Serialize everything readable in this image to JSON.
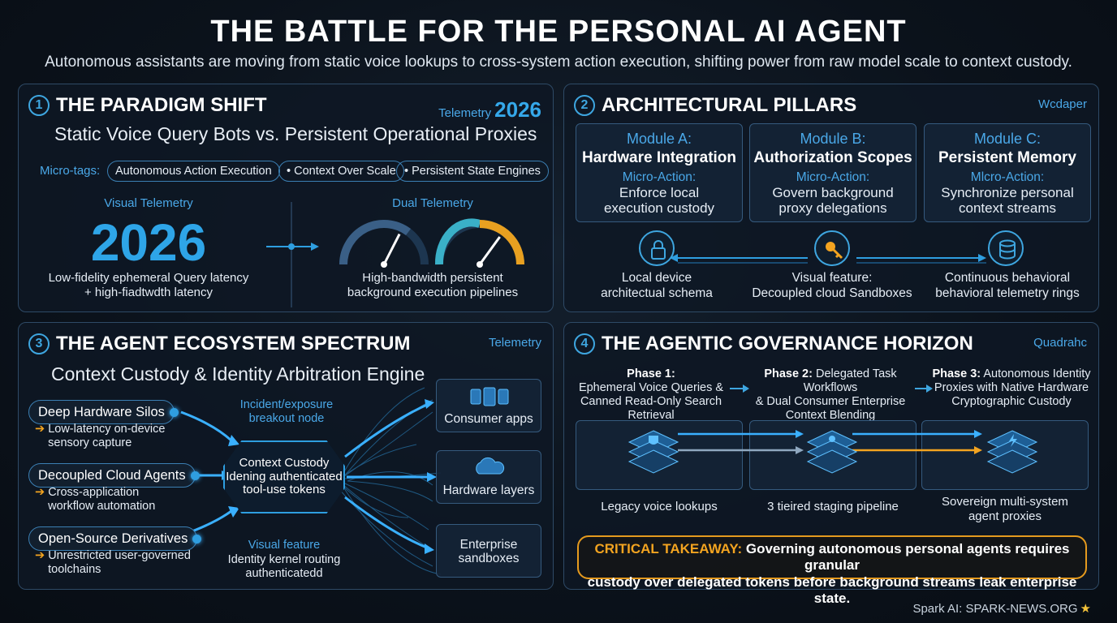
{
  "header": {
    "title": "THE BATTLE FOR THE PERSONAL AI AGENT",
    "subtitle": "Autonomous assistants are moving from static voice lookups to cross-system action execution, shifting power from raw model scale to context custody."
  },
  "colors": {
    "accent_blue": "#3ea6e0",
    "accent_orange": "#f3a420",
    "background": "#0b121b"
  },
  "panel1": {
    "num": "1",
    "title": "THE PARADIGM SHIFT",
    "tag_label": "Telemetry",
    "tag_value": "2026",
    "subtitle": "Static Voice Query Bots vs. Persistent Operational Proxies",
    "tags_label": "Micro-tags:",
    "tags": [
      "Autonomous Action Execution",
      "• Context Over Scale",
      "• Persistent State Engines"
    ],
    "left_label": "Visual Telemetry",
    "big_year": "2026",
    "left_caption_1": "Low-fidelity ephemeral Query latency",
    "left_caption_2": "+ high-fiadtwdth latency",
    "right_label": "Dual Telemetry",
    "right_caption_1": "High-bandwidth persistent",
    "right_caption_2": "background execution pipelines",
    "gauge_left_level": 0.65,
    "gauge_right_level": 0.7
  },
  "panel2": {
    "num": "2",
    "title": "ARCHITECTURAL PILLARS",
    "tag_label": "Wcdaper",
    "modules": [
      {
        "head": "Module A:",
        "title": "Hardware Integration",
        "micro": "Micro-Action:",
        "desc1": "Enforce local",
        "desc2": "execution custody"
      },
      {
        "head": "Module B:",
        "title": "Authorization Scopes",
        "micro": "Micro-Action:",
        "desc1": "Govern background",
        "desc2": "proxy delegations"
      },
      {
        "head": "Module C:",
        "title": "Persistent Memory",
        "micro": "Mlcro-Action:",
        "desc1": "Synchronize personal",
        "desc2": "context streams"
      }
    ],
    "captions": [
      {
        "l1": "Local device",
        "l2": "architectual schema",
        "icon": "lock-icon"
      },
      {
        "l1": "Visual feature:",
        "l2": "Decoupled cloud Sandboxes",
        "icon": "key-icon"
      },
      {
        "l1": "Continuous behavioral",
        "l2": "behavioral telemetry rings",
        "icon": "database-icon"
      }
    ]
  },
  "panel3": {
    "num": "3",
    "title": "THE AGENT ECOSYSTEM SPECTRUM",
    "tag_label": "Telemetry",
    "subtitle": "Context Custody & Identity Arbitration Engine",
    "sources": [
      {
        "label": "Deep Hardware Silos",
        "b1": "Low-latency on-device",
        "b2": "sensory capture"
      },
      {
        "label": "Decoupled Cloud Agents",
        "b1": "Cross-application",
        "b2": "workflow automation"
      },
      {
        "label": "Open-Source Derivatives",
        "b1": "Unrestricted user-governed",
        "b2": "toolchains"
      }
    ],
    "incident_1": "Incident/exposure",
    "incident_2": "breakout node",
    "node_1": "Context Custody",
    "node_2": "Idening authenticated",
    "node_3": "tool-use tokens",
    "visual_feature": "Visual feature",
    "identity_1": "Identity kernel routing",
    "identity_2": "authenticatedd",
    "targets": [
      {
        "l1": "Consumer apps",
        "l2": "",
        "icon": "apps-icon"
      },
      {
        "l1": "Hardware layers",
        "l2": "",
        "icon": "cloud-icon"
      },
      {
        "l1": "Enterprise",
        "l2": "sandboxes",
        "icon": ""
      }
    ]
  },
  "panel4": {
    "num": "4",
    "title": "THE AGENTIC GOVERNANCE HORIZON",
    "tag_label": "Quadrahc",
    "phases": [
      {
        "bold": "Phase 1:",
        "l1": "",
        "l2": "Ephemeral Voice Queries &",
        "l3": "Canned Read-Only Search Retrieval"
      },
      {
        "bold": "Phase 2:",
        "l1": " Delegated Task Workflows",
        "l2": "& Dual Consumer Enterprise",
        "l3": "Context Blending"
      },
      {
        "bold": "Phase 3:",
        "l1": " Autonomous Identity",
        "l2": "Proxies with Native Hardware",
        "l3": "Cryptographic Custody"
      }
    ],
    "stages": [
      {
        "l1": "Legacy voice lookups",
        "l2": ""
      },
      {
        "l1": "3 tieired staging pipeline",
        "l2": ""
      },
      {
        "l1": "Sovereign multi-system",
        "l2": "agent proxies"
      }
    ],
    "takeaway_label": "CRITICAL TAKEAWAY:",
    "takeaway_text_1": " Governing autonomous personal agents requires granular",
    "takeaway_text_2": "custody over delegated tokens before background streams leak enterprise state."
  },
  "footer": {
    "text": "Spark AI: SPARK-NEWS.ORG",
    "star": "★"
  }
}
